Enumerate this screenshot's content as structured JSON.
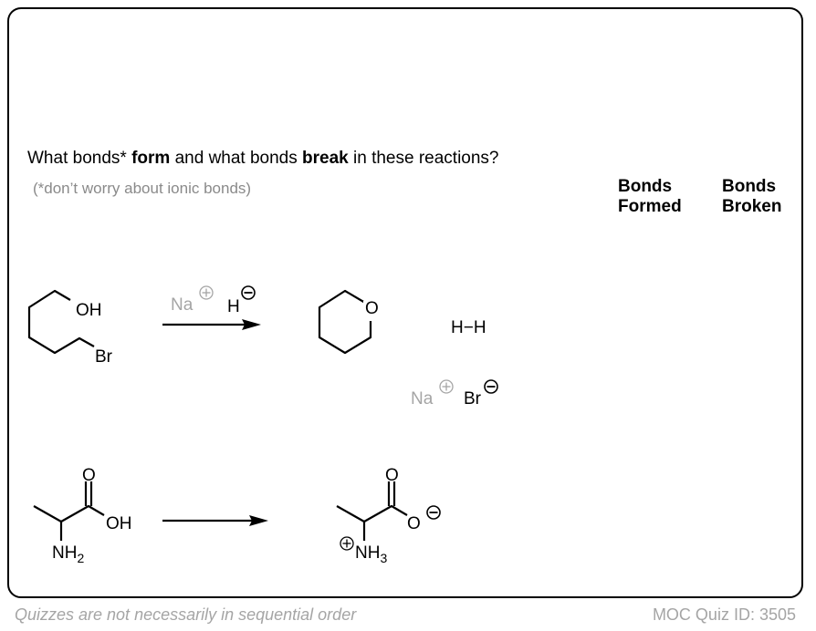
{
  "question": {
    "prefix": "What bonds* ",
    "form": "form",
    "middle": " and what bonds ",
    "break": "break",
    "suffix": " in these reactions?"
  },
  "note": "(*don’t worry about ionic bonds)",
  "headers": {
    "formed": [
      "Bonds",
      "Formed"
    ],
    "broken": [
      "Bonds",
      "Broken"
    ]
  },
  "reaction1": {
    "reactant_oh": "OH",
    "reactant_br": "Br",
    "reagent_na": "Na",
    "reagent_h": "H",
    "product_o": "O",
    "h2": "H−H",
    "salt_na": "Na",
    "salt_br": "Br"
  },
  "reaction2": {
    "oxygen": "O",
    "oh": "OH",
    "n": "NH",
    "n_sub": "2",
    "product_o": "O",
    "product_ominus": "O",
    "product_n": "NH",
    "product_n_sub": "3"
  },
  "footer": {
    "left": "Quizzes are not necessarily in sequential order",
    "right": "MOC Quiz ID: 3505"
  },
  "colors": {
    "gray": "#a5a5a5",
    "ink": "#000000"
  }
}
